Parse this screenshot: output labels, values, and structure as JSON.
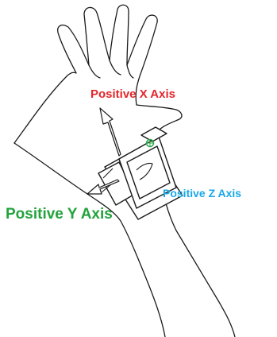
{
  "labels": {
    "x_axis": "Positive X Axis",
    "y_axis": "Positive Y Axis",
    "z_axis": "Positive Z Axis"
  },
  "colors": {
    "x_axis": "#e3262b",
    "y_axis": "#22a33c",
    "z_axis": "#1aa7e6",
    "outline": "#1a1a1a",
    "sensor_dot": "#2ea84a"
  }
}
